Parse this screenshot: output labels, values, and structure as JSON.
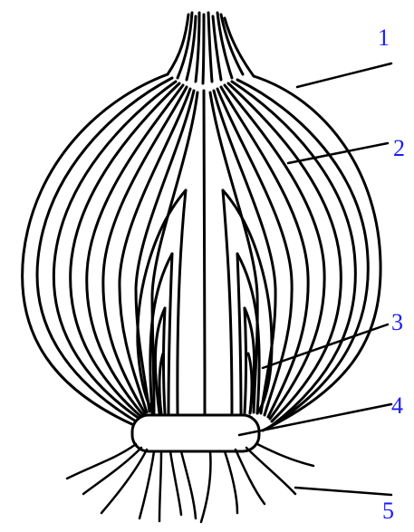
{
  "labels": [
    "1",
    "2",
    "3",
    "4",
    "5"
  ],
  "colors": {
    "line": "#000000",
    "label": "#1a1aff",
    "background": "#ffffff"
  }
}
